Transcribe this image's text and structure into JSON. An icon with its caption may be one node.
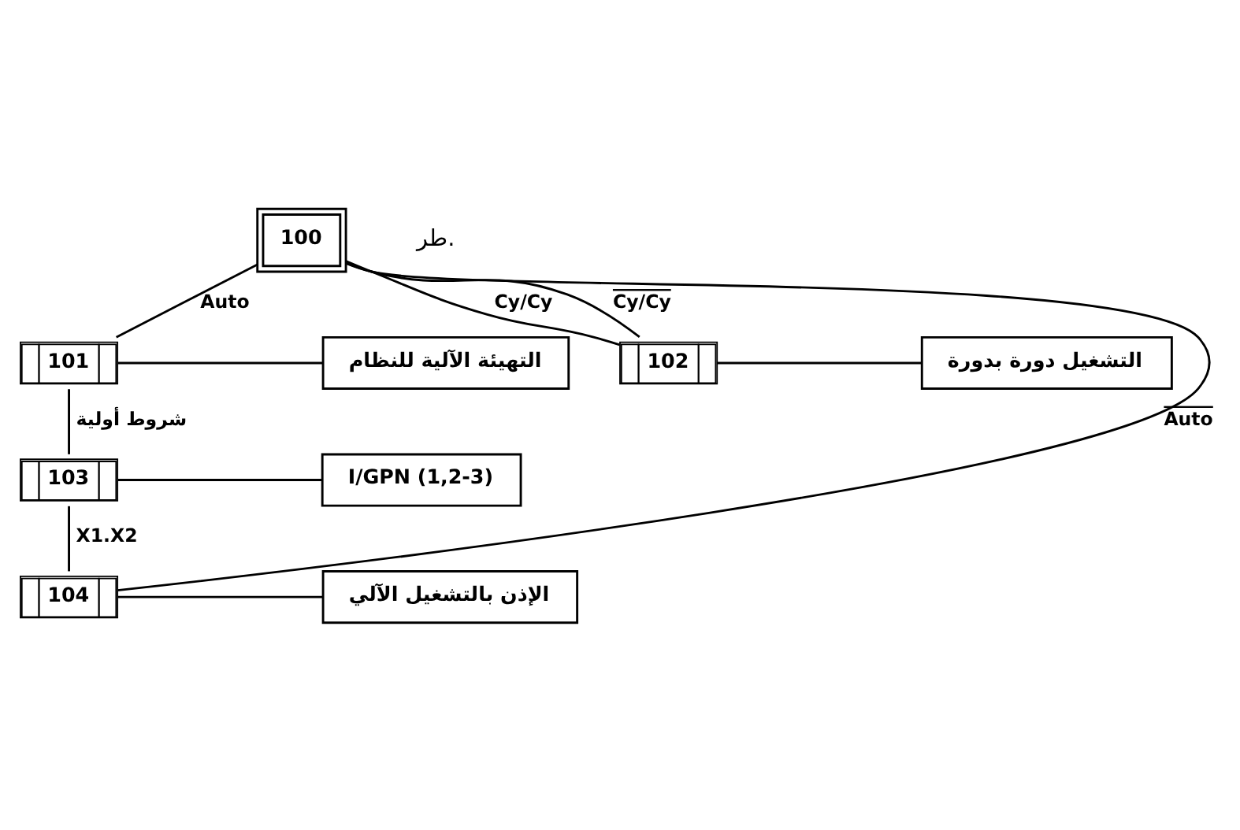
{
  "diagram": {
    "nodes": [
      {
        "text": [
          "100"
        ]
      },
      {
        "text": [
          "101"
        ]
      },
      {
        "text": [
          "التهيئة الآلية للنظام"
        ]
      },
      {
        "text": [
          "102"
        ]
      },
      {
        "text": [
          "التشغيل دورة بدورة"
        ]
      },
      {
        "text": [
          "103"
        ]
      },
      {
        "text": [
          "I/GPN (1,2-3)"
        ]
      },
      {
        "text": [
          "104"
        ]
      },
      {
        "text": [
          "الإذن بالتشغيل الآلي"
        ]
      }
    ],
    "edges": [
      {
        "from": 0,
        "to": 1,
        "arrow": "none",
        "label": "Auto"
      },
      {
        "from": 1,
        "to": 2,
        "arrow": "none"
      },
      {
        "from": 1,
        "to": 5,
        "arrow": "none",
        "label": "شروط أولية"
      },
      {
        "from": 5,
        "to": 6,
        "arrow": "none"
      },
      {
        "from": 5,
        "to": 7,
        "arrow": "none",
        "label": "X1.X2"
      },
      {
        "from": 7,
        "to": 8,
        "arrow": "none"
      },
      {
        "from": 7,
        "to": 0,
        "arrow": "none",
        "label": "Auto"
      },
      {
        "from": 0,
        "to": 3,
        "arrow": "none",
        "label": "Cy/Cy"
      },
      {
        "from": 3,
        "to": 4,
        "arrow": "none"
      },
      {
        "from": 3,
        "to": 0,
        "arrow": "none",
        "label": "Cy/Cy"
      }
    ],
    "labels": [
      "طر."
    ]
  }
}
